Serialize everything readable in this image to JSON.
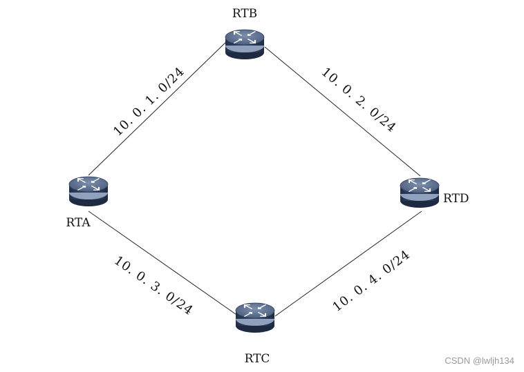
{
  "routers": [
    {
      "id": "rta",
      "label": "RTA"
    },
    {
      "id": "rtb",
      "label": "RTB"
    },
    {
      "id": "rtc",
      "label": "RTC"
    },
    {
      "id": "rtd",
      "label": "RTD"
    }
  ],
  "links": [
    {
      "id": "ab",
      "label": "10. 0. 1. 0/24"
    },
    {
      "id": "bd",
      "label": "10. 0. 2. 0/24"
    },
    {
      "id": "ac",
      "label": "10. 0. 3. 0/24"
    },
    {
      "id": "cd",
      "label": "10. 0. 4. 0/24"
    }
  ],
  "watermark": "CSDN @lwljh134",
  "icon": "router-icon",
  "colors": {
    "router_top": "#5f7392",
    "router_body": "#2f3f5c",
    "router_stripe": "#8fa1bd"
  }
}
